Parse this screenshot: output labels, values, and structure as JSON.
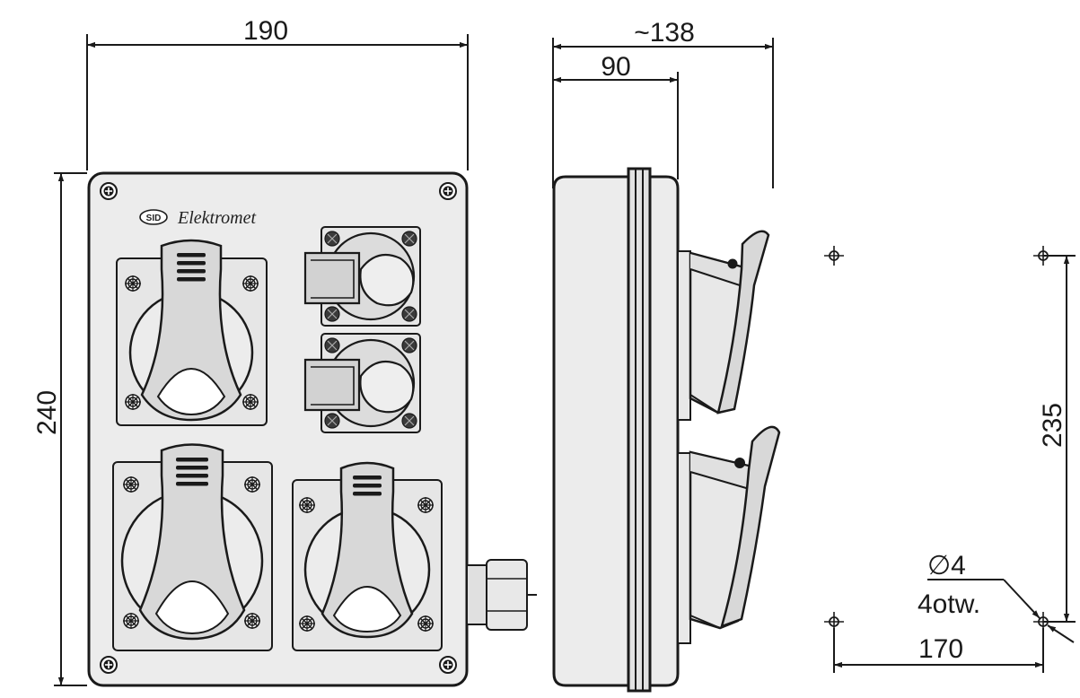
{
  "brand": {
    "badge": "SID",
    "name": "Elektromet"
  },
  "dimensions": {
    "front_width": "190",
    "front_height": "240",
    "side_depth_total": "~138",
    "side_depth_body": "90",
    "mount_spacing_vertical": "235",
    "mount_spacing_horizontal": "170",
    "hole_diameter": "∅4",
    "hole_count": "4otw."
  },
  "colors": {
    "line": "#1a1a1a",
    "body_fill": "#ececec",
    "panel_fill": "#e6e6e6"
  }
}
